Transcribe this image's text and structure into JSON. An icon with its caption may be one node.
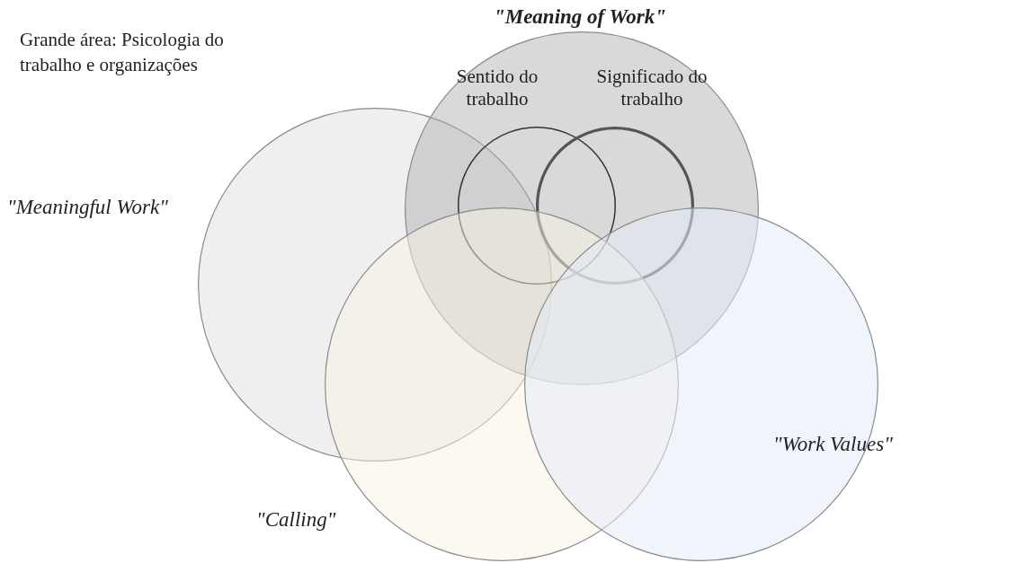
{
  "diagram": {
    "nodes": [
      {
        "text": [
          "\"Meaning of Work\""
        ]
      },
      {
        "text": [
          "Sentido do trabalho"
        ],
        "in": 0
      },
      {
        "text": [
          "Significado do trabalho"
        ],
        "in": 0
      },
      {
        "text": [
          "\"Meaningful Work\""
        ]
      },
      {
        "text": [
          "\"Calling\""
        ]
      },
      {
        "text": [
          "\"Work Values\""
        ]
      }
    ],
    "labels": [
      "Grande área: Psicologia do trabalho e organizações"
    ]
  }
}
